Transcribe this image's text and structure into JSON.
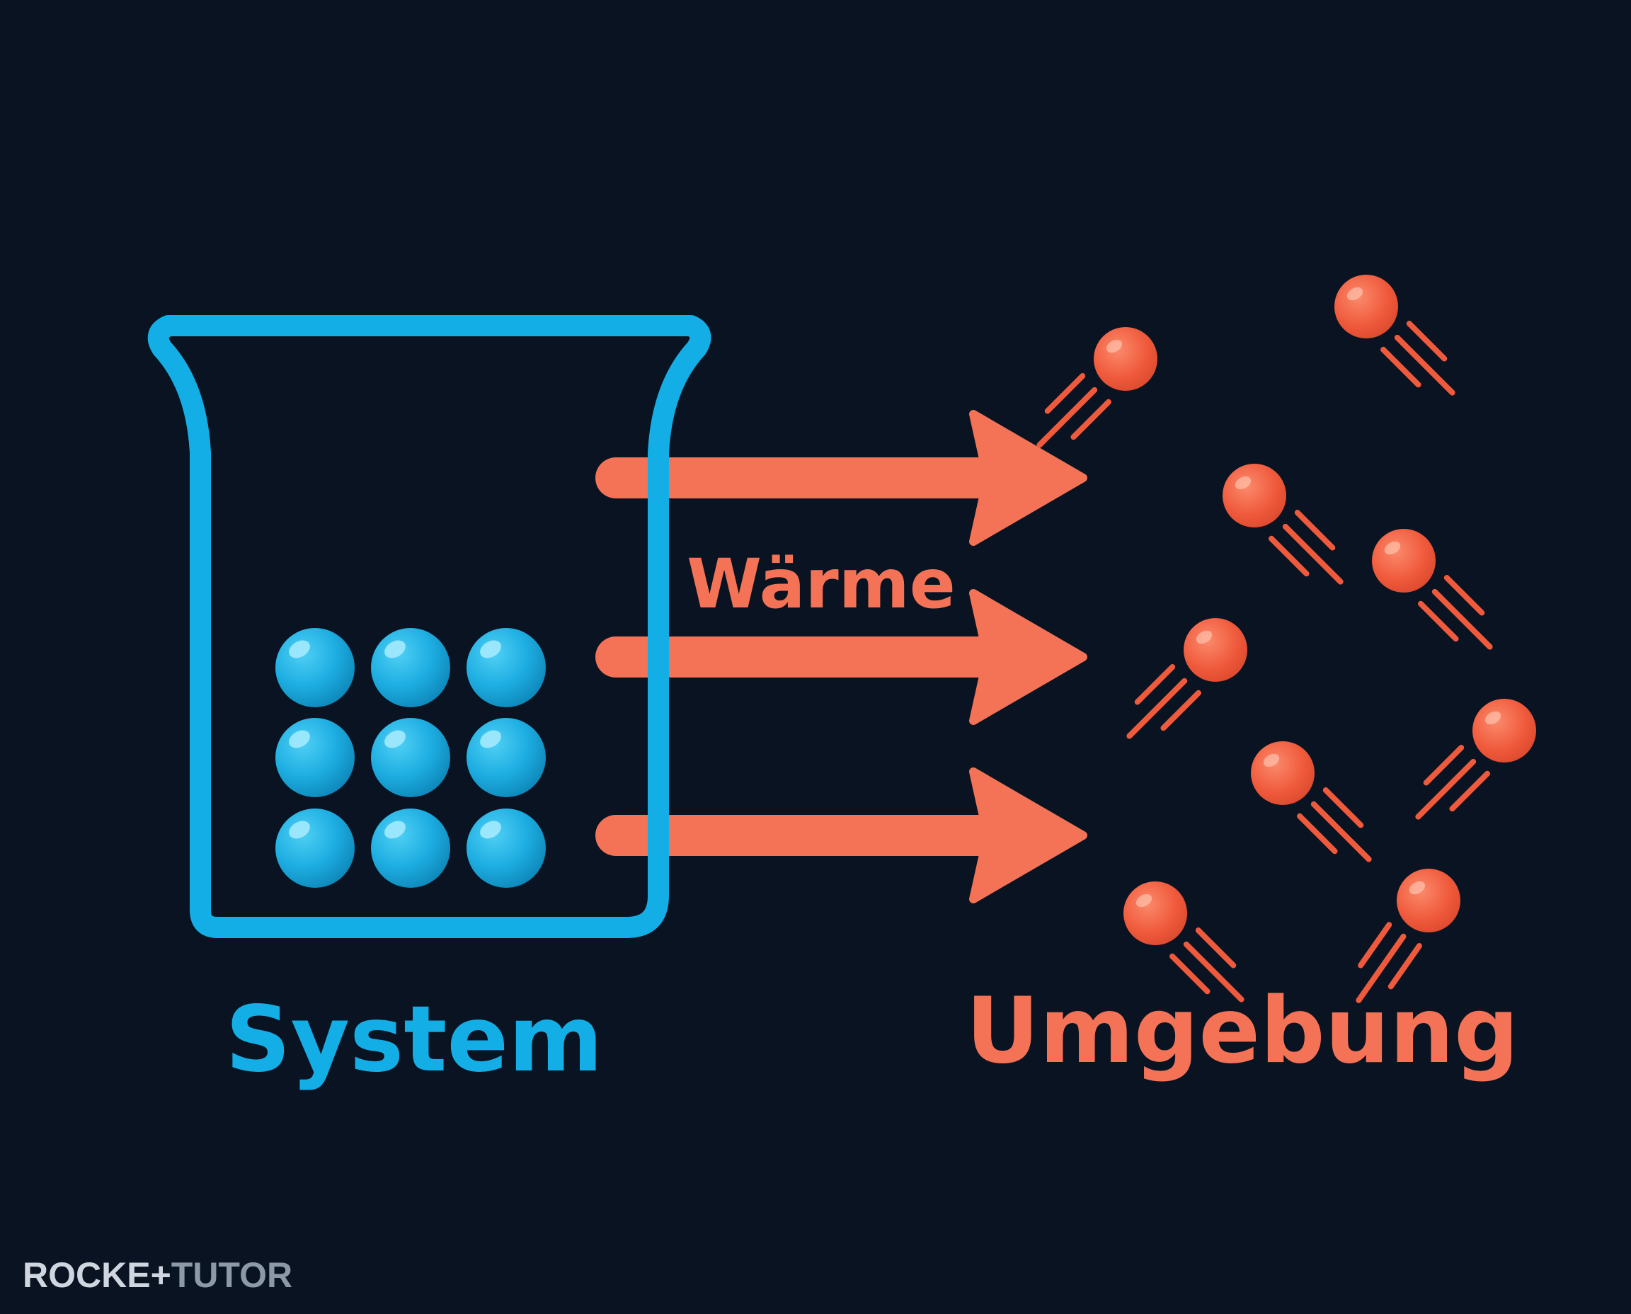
{
  "colors": {
    "background": "#091321",
    "system": "#14aee6",
    "system_particle": "#1eaee2",
    "heat": "#f47357",
    "environment_particle": "#f05a3c",
    "logo_rocket": "#cfd6df",
    "logo_tutor": "#8c99a6"
  },
  "labels": {
    "heat": "Wärme",
    "system": "System",
    "environment": "Umgebung"
  },
  "logo": {
    "text": "ROCKETTUTOR"
  },
  "icons": {
    "beaker": "beaker-icon",
    "heat_arrow": "arrow-right-icon",
    "system_particle": "particle-icon",
    "environment_particle": "moving-particle-icon"
  }
}
